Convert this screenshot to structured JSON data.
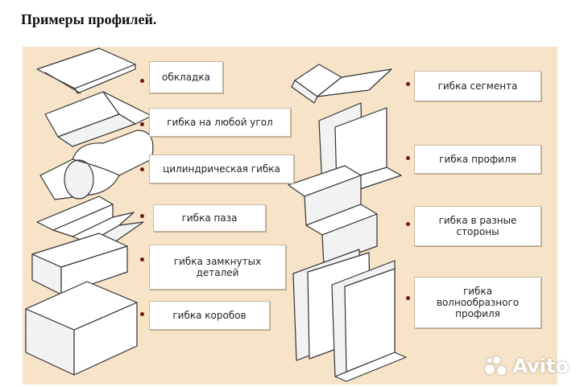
{
  "title": "Примеры профилей.",
  "labels": [
    {
      "id": "oblkladka",
      "text": "обкладка"
    },
    {
      "id": "any-angle",
      "text": "гибка на любой угол"
    },
    {
      "id": "cylindrical",
      "text": "цилиндрическая гибка"
    },
    {
      "id": "groove",
      "text": "гибка паза"
    },
    {
      "id": "closed-parts",
      "text": "гибка замкнутых\nдеталей"
    },
    {
      "id": "boxes",
      "text": "гибка коробов"
    },
    {
      "id": "segment",
      "text": "гибка сегмента"
    },
    {
      "id": "profile",
      "text": "гибка профиля"
    },
    {
      "id": "different-sides",
      "text": "гибка в разные\nстороны"
    },
    {
      "id": "wavy",
      "text": "гибка\nволнообразного\nпрофиля"
    }
  ],
  "watermark": {
    "text": "Avito"
  },
  "colors": {
    "panel": "#f7e4c8",
    "bullet": "#6b1a1a",
    "stroke": "#333333"
  }
}
